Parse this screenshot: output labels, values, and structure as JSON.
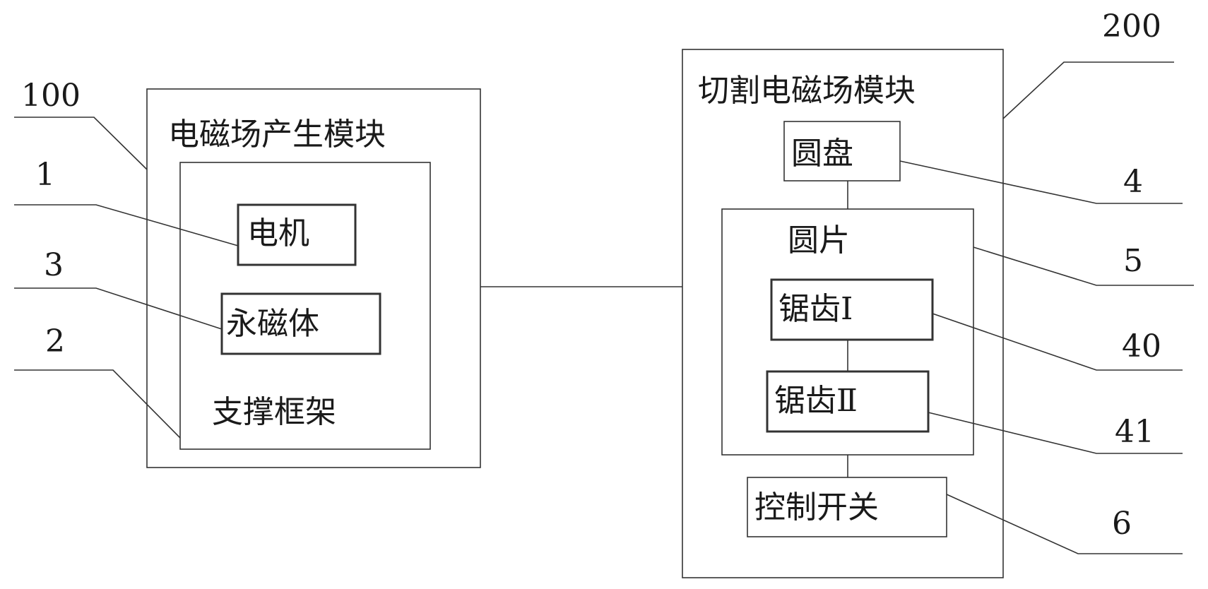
{
  "module_100": {
    "ref": "100",
    "title": "电磁场产生模块",
    "frame_label": "支撑框架",
    "motor_label": "电机",
    "magnet_label": "永磁体"
  },
  "module_200": {
    "ref": "200",
    "title": "切割电磁场模块",
    "disc_label": "圆盘",
    "plate_label": "圆片",
    "saw1_label": "锯齿Ⅰ",
    "saw2_label": "锯齿Ⅱ",
    "switch_label": "控制开关"
  },
  "refs": {
    "motor": "1",
    "frame": "2",
    "magnet": "3",
    "disc": "4",
    "plate": "5",
    "saw1": "40",
    "saw2": "41",
    "switch": "6"
  }
}
